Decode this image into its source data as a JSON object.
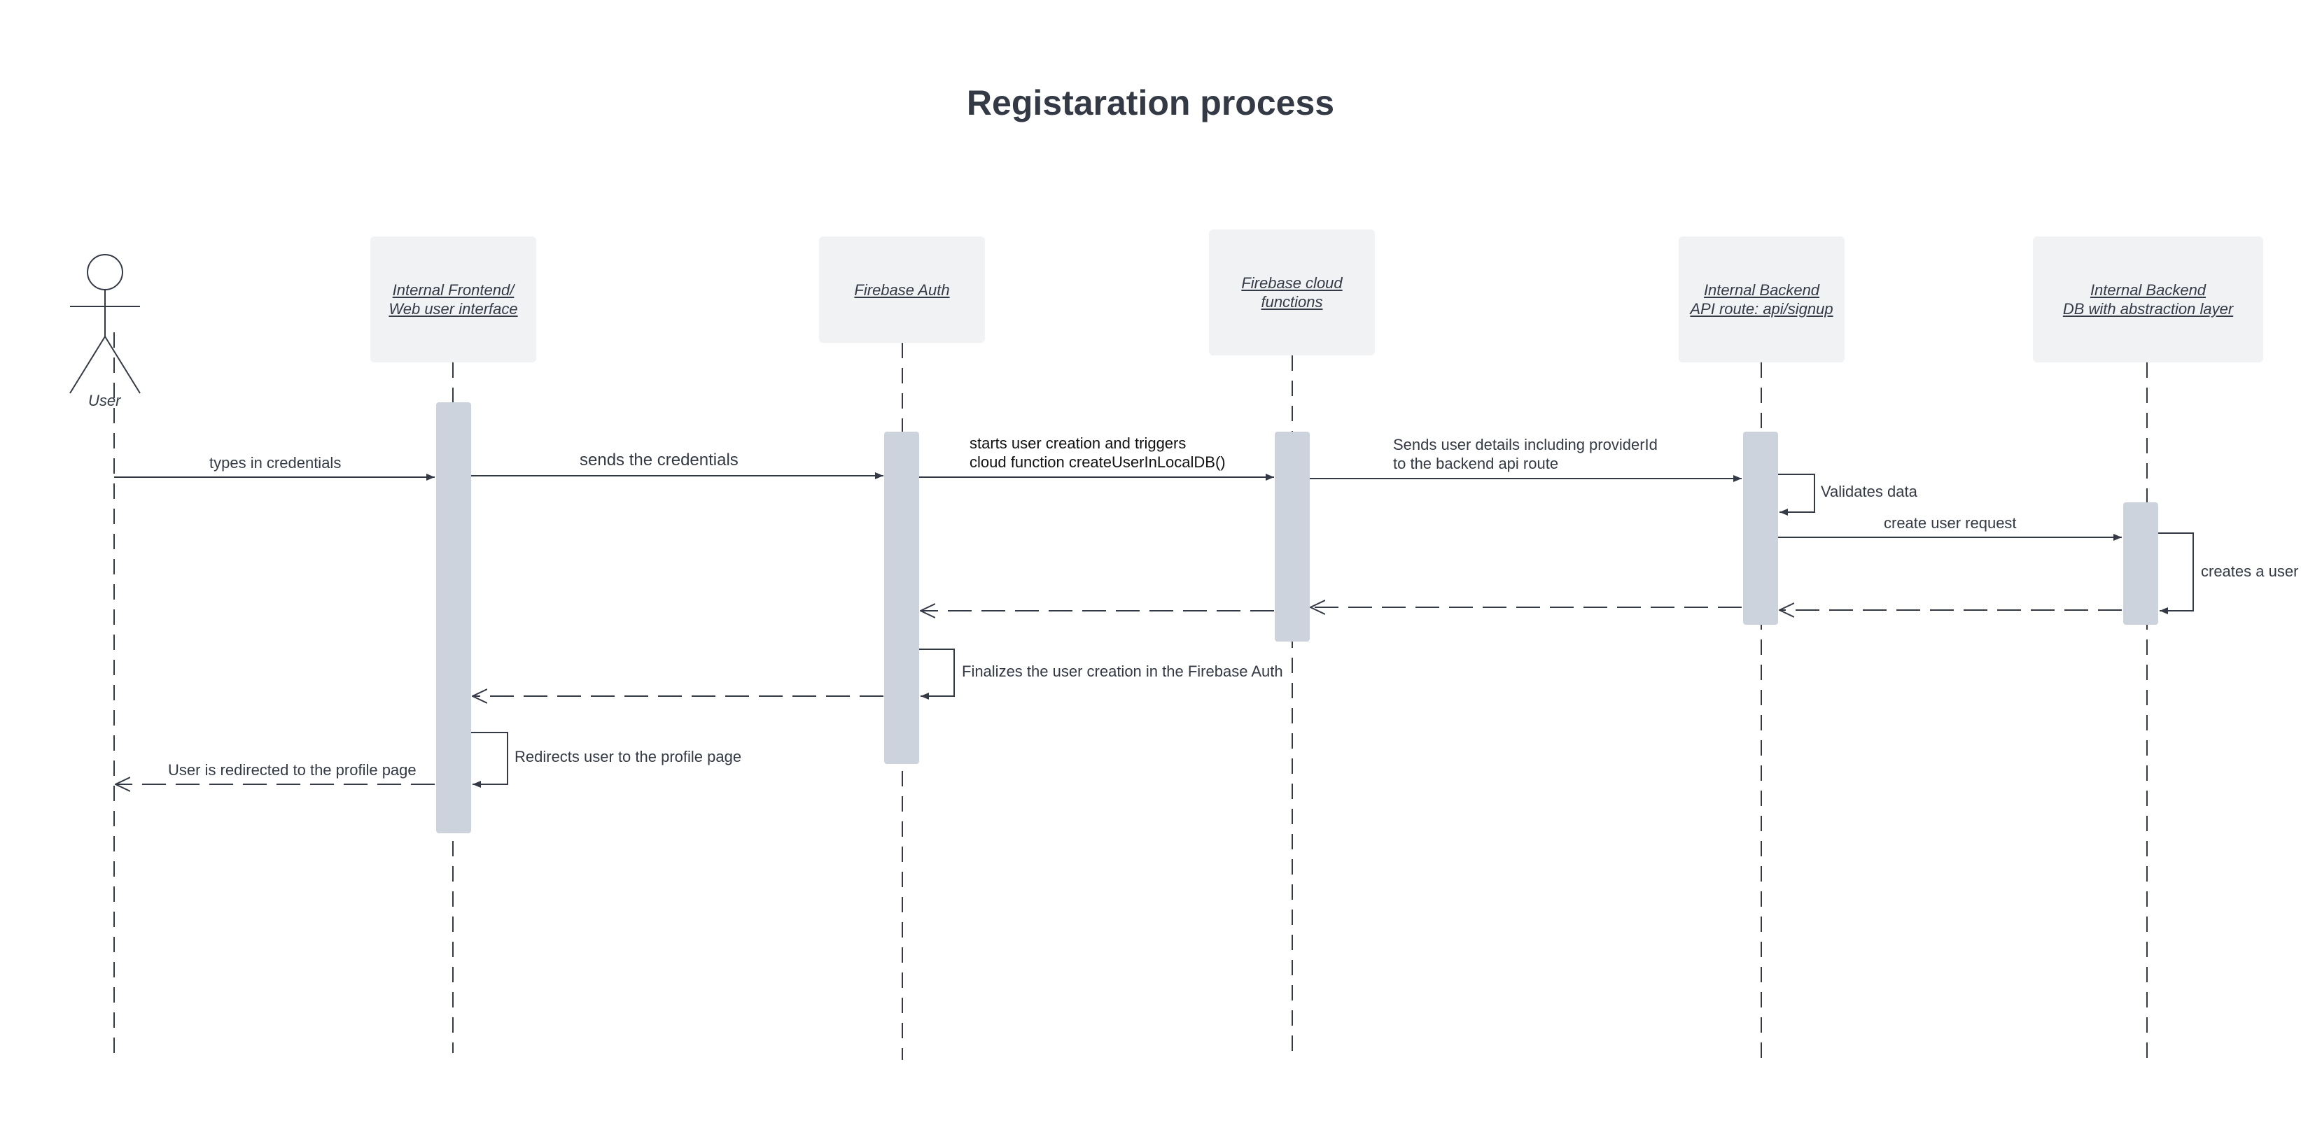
{
  "diagram": {
    "title": "Registaration process",
    "actor": {
      "label": "User"
    },
    "participants": [
      {
        "id": "frontend",
        "label": "Internal Frontend/\nWeb user interface"
      },
      {
        "id": "auth",
        "label": "Firebase Auth"
      },
      {
        "id": "cloud",
        "label": "Firebase cloud\nfunctions"
      },
      {
        "id": "api",
        "label": "Internal Backend\nAPI route: api/signup"
      },
      {
        "id": "db",
        "label": "Internal Backend\nDB with abstraction layer"
      }
    ],
    "messages": [
      {
        "id": "m1",
        "from": "User",
        "to": "Internal Frontend/Web user interface",
        "style": "solid",
        "label": "types in credentials"
      },
      {
        "id": "m2",
        "from": "Internal Frontend/Web user interface",
        "to": "Firebase Auth",
        "style": "solid",
        "label": "sends the credentials"
      },
      {
        "id": "m3",
        "from": "Firebase Auth",
        "to": "Firebase cloud functions",
        "style": "solid",
        "label": "starts user creation and triggers\ncloud function createUserInLocalDB()"
      },
      {
        "id": "m4",
        "from": "Firebase cloud functions",
        "to": "Internal Backend API route",
        "style": "solid",
        "label": "Sends user details including providerId\n to the backend api route"
      },
      {
        "id": "m5",
        "from": "Internal Backend API route",
        "to": "Internal Backend API route",
        "style": "self",
        "label": "Validates data"
      },
      {
        "id": "m6",
        "from": "Internal Backend API route",
        "to": "Internal Backend DB",
        "style": "solid",
        "label": "create user request"
      },
      {
        "id": "m7",
        "from": "Internal Backend DB",
        "to": "Internal Backend DB",
        "style": "self",
        "label": "creates a user"
      },
      {
        "id": "m8",
        "from": "Internal Backend DB",
        "to": "Internal Backend API route",
        "style": "return",
        "label": ""
      },
      {
        "id": "m9",
        "from": "Internal Backend API route",
        "to": "Firebase cloud functions",
        "style": "return",
        "label": ""
      },
      {
        "id": "m10",
        "from": "Firebase cloud functions",
        "to": "Firebase Auth",
        "style": "return",
        "label": ""
      },
      {
        "id": "m11",
        "from": "Firebase Auth",
        "to": "Firebase Auth",
        "style": "self",
        "label": "Finalizes the user creation in the Firebase Auth"
      },
      {
        "id": "m12",
        "from": "Firebase Auth",
        "to": "Internal Frontend/Web user interface",
        "style": "return",
        "label": ""
      },
      {
        "id": "m13",
        "from": "Internal Frontend/Web user interface",
        "to": "Internal Frontend/Web user interface",
        "style": "self",
        "label": "Redirects user to the profile page"
      },
      {
        "id": "m14",
        "from": "Internal Frontend/Web user interface",
        "to": "User",
        "style": "return",
        "label": "User is redirected to the profile page"
      }
    ]
  },
  "colors": {
    "text": "#333a45",
    "line": "#333a45",
    "participant_fill": "#f1f2f4",
    "activation_fill": "#cdd3dc",
    "background": "#ffffff"
  }
}
